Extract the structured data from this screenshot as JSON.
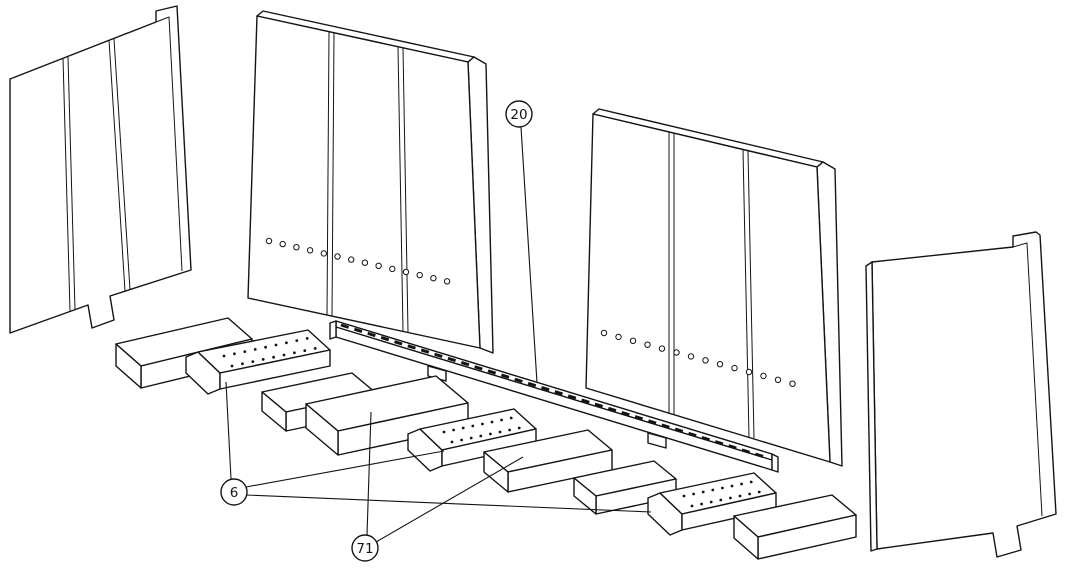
{
  "callouts": [
    {
      "label": "20"
    },
    {
      "label": "6"
    },
    {
      "label": "71"
    }
  ]
}
